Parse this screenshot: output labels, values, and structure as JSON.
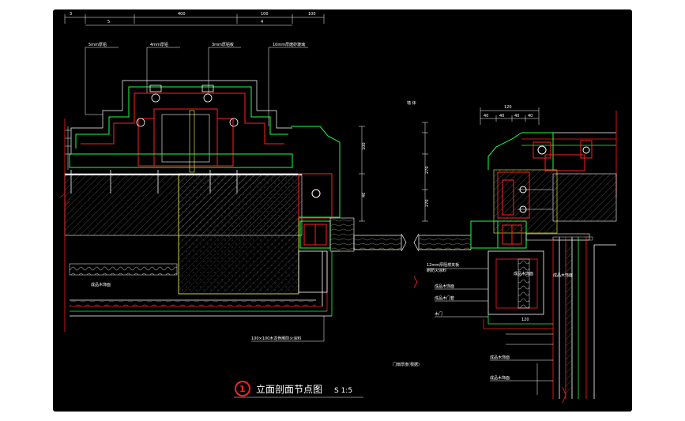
{
  "drawing": {
    "title": "立面剖面节点图",
    "scale_text": "S 1:5",
    "detail_number": "1",
    "colors": {
      "background": "#000000",
      "line_white": "#ffffff",
      "line_red": "#ff2020",
      "line_green": "#20ff40",
      "line_yellow": "#ffff40",
      "line_gray": "#9a9a9a"
    },
    "dimensions_top": [
      "3",
      "400",
      "100",
      "100",
      "5",
      "4"
    ],
    "dimensions_right_top": [
      "120",
      "40",
      "40",
      "40",
      "40"
    ],
    "dimensions_vertical": [
      "100",
      "40",
      "270",
      "270"
    ],
    "labels": {
      "callout_1": "5mm厚铝",
      "callout_2": "4mm厚铝",
      "callout_3": "3mm厚铝板",
      "callout_4": "10mm厚磨砂玻璃",
      "callout_mid": "墙 体",
      "left_insulation": "成品木饰面",
      "left_bottom": "100×100木龙骨刷防火涂料",
      "right_label_1": "12mm厚阻燃夹板",
      "right_label_2": "刷防火涂料",
      "right_label_3": "成品木饰面",
      "right_label_4": "成品木饰面",
      "right_label_5": "成品木门套",
      "right_label_6": "木门",
      "right_label_7": "成品木饰面",
      "right_label_8": "成品木饰面",
      "right_label_9": "成品木饰面",
      "right_mid": "门扇厚度(根据)",
      "right_mid_2": "120"
    }
  }
}
